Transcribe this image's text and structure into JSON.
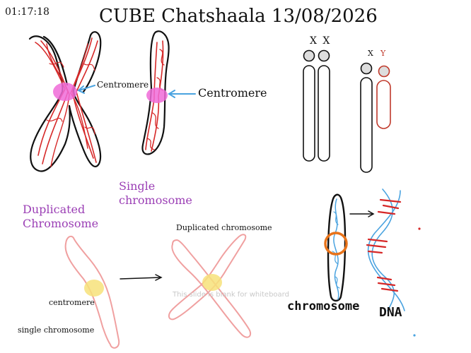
{
  "header": {
    "timer": "01:17:18",
    "title": "CUBE Chatshaala 13/08/2026"
  },
  "labels": {
    "centromere_small": "Centromere",
    "centromere_large": "Centromere",
    "xx": "X X",
    "x": "X",
    "y": "Y",
    "single_chromosome_line1": "Single",
    "single_chromosome_line2": "chromosome",
    "duplicated_line1": "Duplicated",
    "duplicated_line2": "Chromosome",
    "duplicated_chromosome": "Duplicated chromosome",
    "centromere_lower": "centromere",
    "single_chromosome_lower": "single chromosome",
    "chromosome": "chromosome",
    "dna": "DNA"
  },
  "watermark": "This slide is blank for whiteboard",
  "colors": {
    "ink": "#111111",
    "strand": "#d62828",
    "centromere_pink": "#f06bd8",
    "arrow_blue": "#4aa3e0",
    "label_purple": "#9b3fb5",
    "chromatid_outline": "#f0a0a0",
    "centromere_yellow": "#f7e27a",
    "ring_orange": "#e8731a",
    "dna_blue": "#4aa3e0"
  }
}
